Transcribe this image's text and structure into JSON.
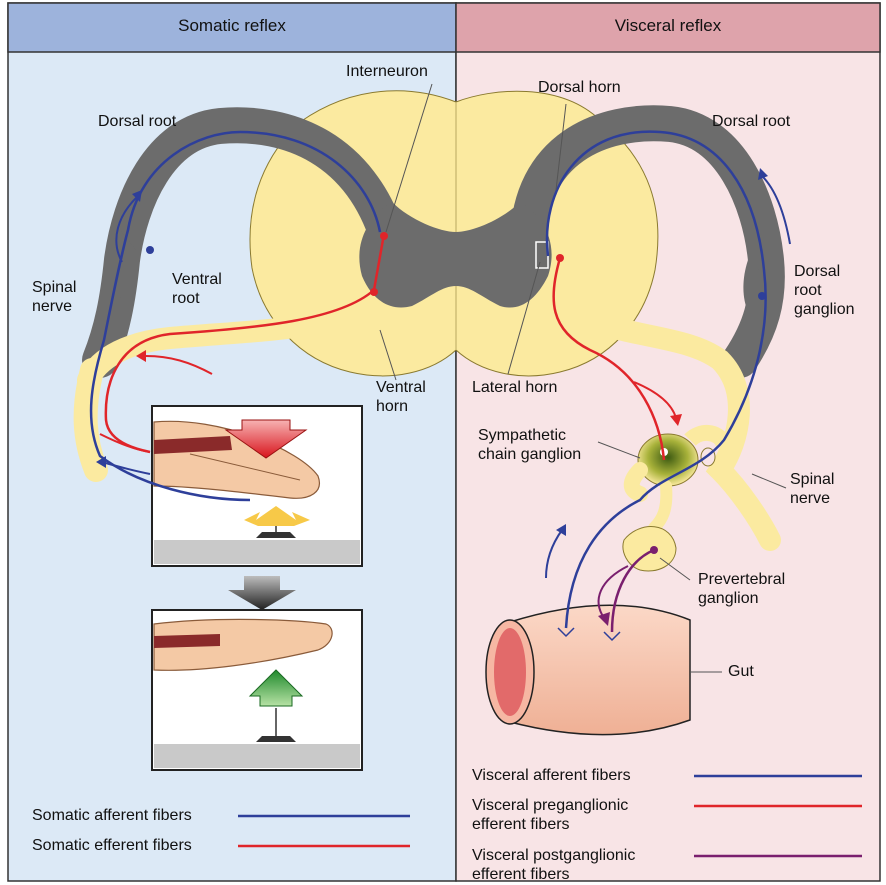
{
  "headers": {
    "somatic": "Somatic reflex",
    "visceral": "Visceral reflex"
  },
  "labels": {
    "interneuron": "Interneuron",
    "dorsal_horn": "Dorsal horn",
    "dorsal_root_left": "Dorsal root",
    "dorsal_root_right": "Dorsal root",
    "ventral_root": "Ventral\nroot",
    "spinal_nerve_left": "Spinal\nnerve",
    "ventral_horn": "Ventral\nhorn",
    "lateral_horn": "Lateral horn",
    "dorsal_root_ganglion": "Dorsal\nroot\nganglion",
    "sympathetic_chain_ganglion": "Sympathetic\nchain ganglion",
    "spinal_nerve_right": "Spinal\nnerve",
    "prevertebral_ganglion": "Prevertebral\nganglion",
    "gut": "Gut"
  },
  "legend_left": [
    {
      "label": "Somatic afferent fibers",
      "color": "#2e3f9a"
    },
    {
      "label": "Somatic efferent fibers",
      "color": "#e0252a"
    }
  ],
  "legend_right": [
    {
      "label": "Visceral afferent fibers",
      "color": "#2e3f9a"
    },
    {
      "label": "Visceral preganglionic\nefferent fibers",
      "color": "#e0252a"
    },
    {
      "label": "Visceral postganglionic\nefferent fibers",
      "color": "#7a1f6e"
    }
  ],
  "colors": {
    "somatic_bg": "#dce9f6",
    "visceral_bg": "#f8e4e6",
    "header_left": "#9db3dc",
    "header_right": "#dea3ab",
    "white_matter": "#fbeaa0",
    "gray_matter": "#6c6c6c",
    "afferent": "#2e3f9a",
    "efferent": "#e0252a",
    "postganglionic": "#7a1f6e",
    "gut": "#f6c3ab"
  }
}
